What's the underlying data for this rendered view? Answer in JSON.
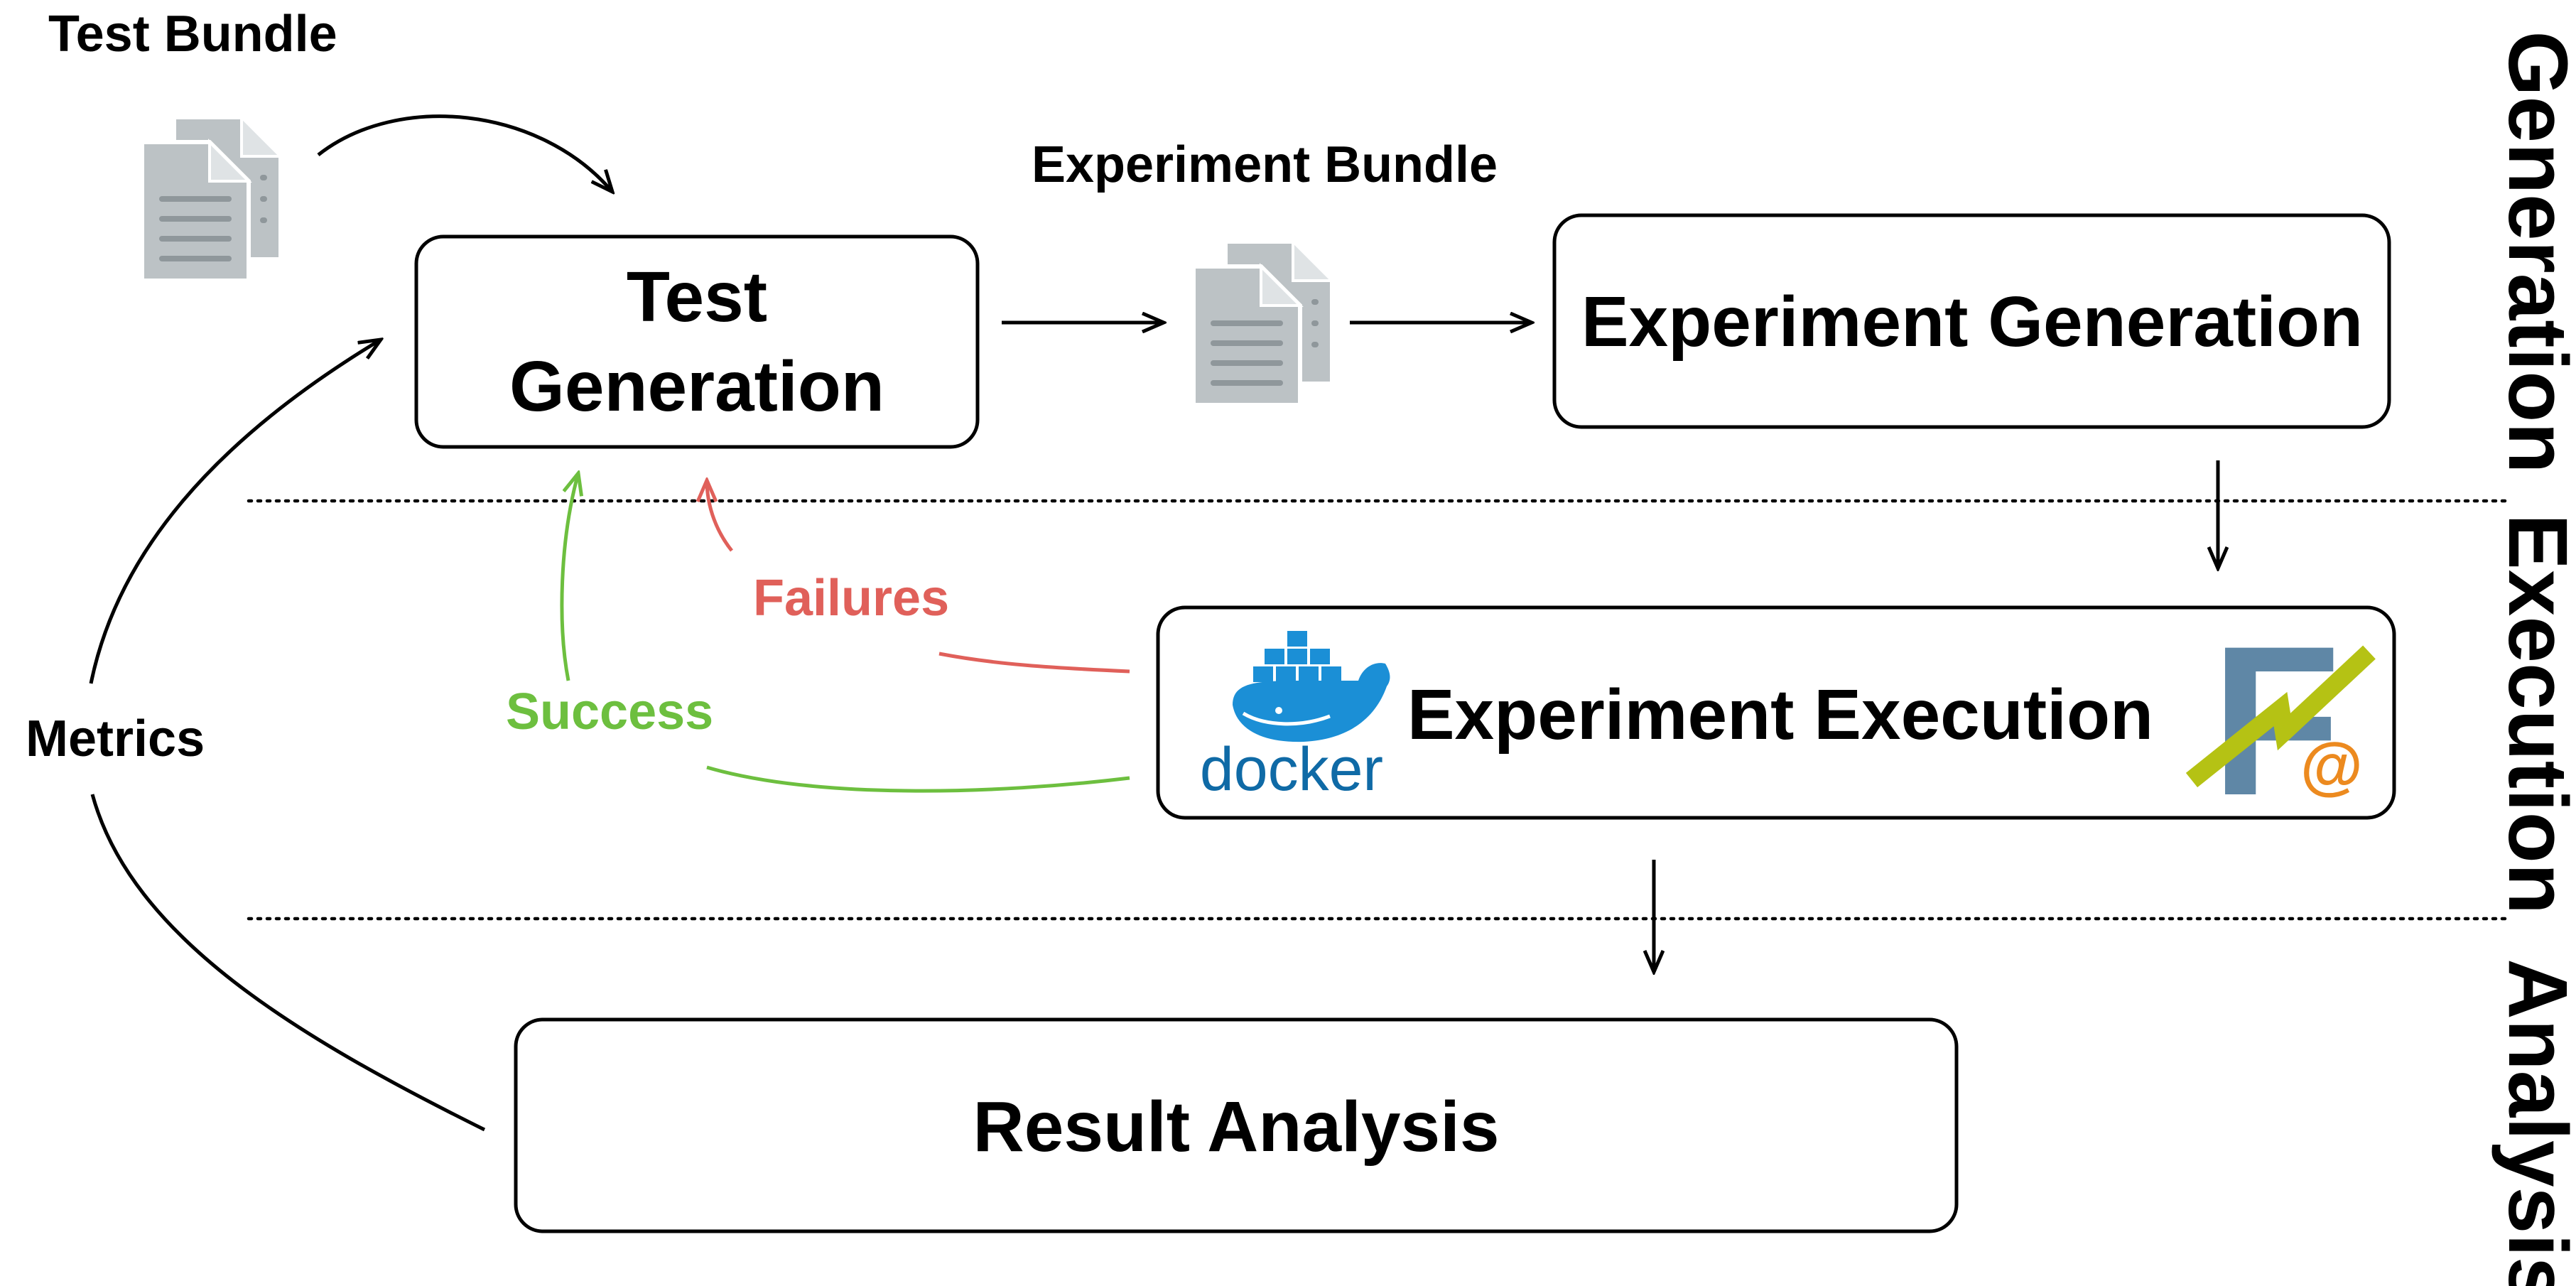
{
  "phases": {
    "generation": "Generation",
    "execution": "Execution",
    "analysis": "Analysis"
  },
  "labels": {
    "test_bundle": "Test Bundle",
    "experiment_bundle": "Experiment Bundle",
    "metrics": "Metrics",
    "success": "Success",
    "failures": "Failures"
  },
  "boxes": {
    "test_generation_line1": "Test",
    "test_generation_line2": "Generation",
    "experiment_generation": "Experiment Generation",
    "experiment_execution": "Experiment Execution",
    "result_analysis": "Result Analysis"
  },
  "logos": {
    "docker_text": "docker",
    "fat_letter": "F",
    "fat_at": "@"
  },
  "colors": {
    "success": "#6dbf3f",
    "failures": "#e0605a",
    "docker_blue": "#1b8fd6",
    "docker_text": "#0f6aa6",
    "document_gray": "#bcc2c5",
    "fat_blue": "#5f87a6",
    "fat_green": "#b5c214",
    "fat_orange": "#ec8a1f"
  },
  "icons": [
    "documents-icon",
    "docker-logo-icon",
    "fat-logo-icon"
  ]
}
